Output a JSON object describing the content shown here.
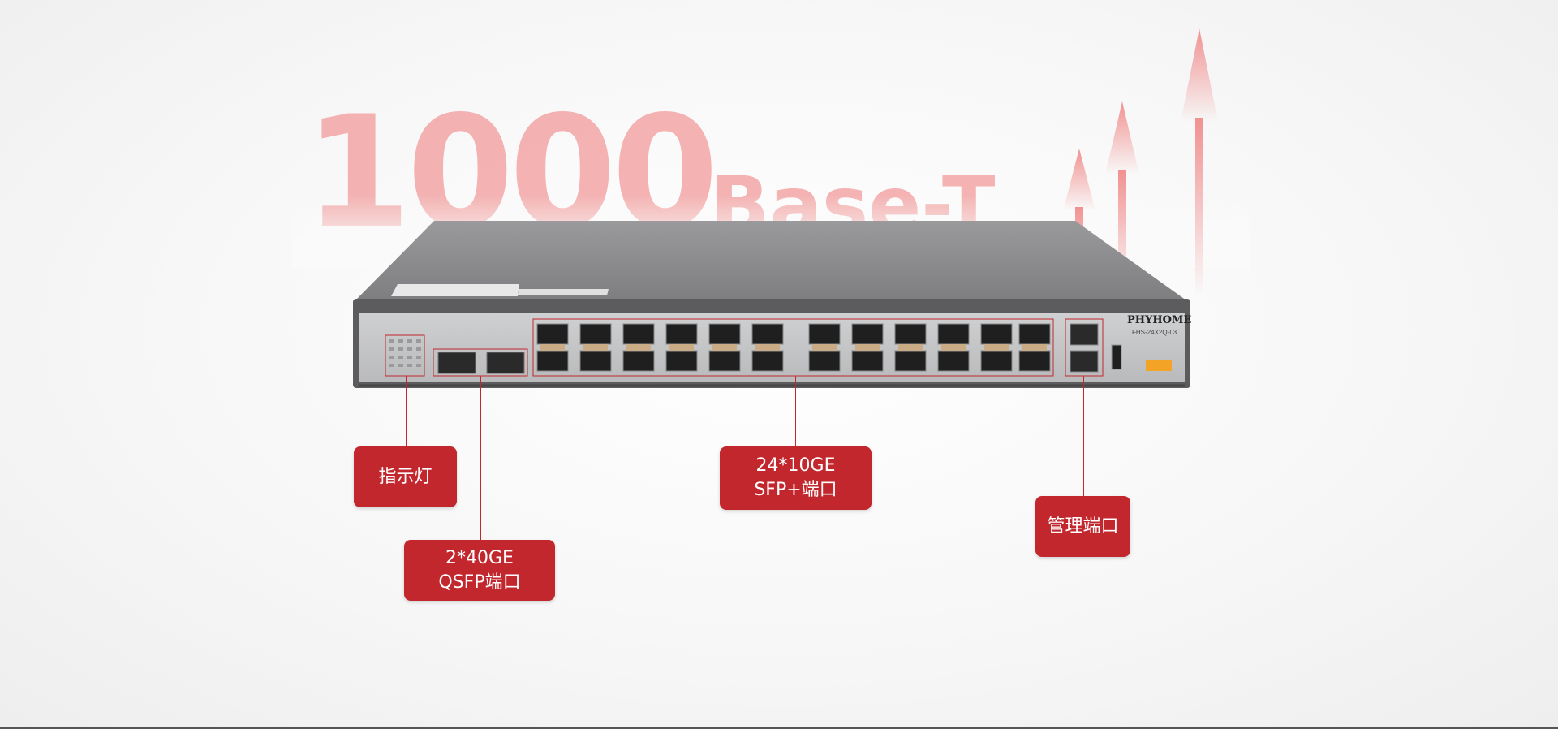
{
  "hero": {
    "number": "1000",
    "subtitle": "Base-T"
  },
  "device": {
    "brand": "PHYHOME",
    "model": "FHS-24X2Q-L3"
  },
  "callouts": {
    "indicator": "指示灯",
    "qsfp": [
      "2*40GE",
      "QSFP端口"
    ],
    "sfp": [
      "24*10GE",
      "SFP+端口"
    ],
    "management": "管理端口"
  },
  "colors": {
    "accent": "#c1272d",
    "hero_text": "#f29a9a",
    "chassis": "#8c8c8e"
  }
}
